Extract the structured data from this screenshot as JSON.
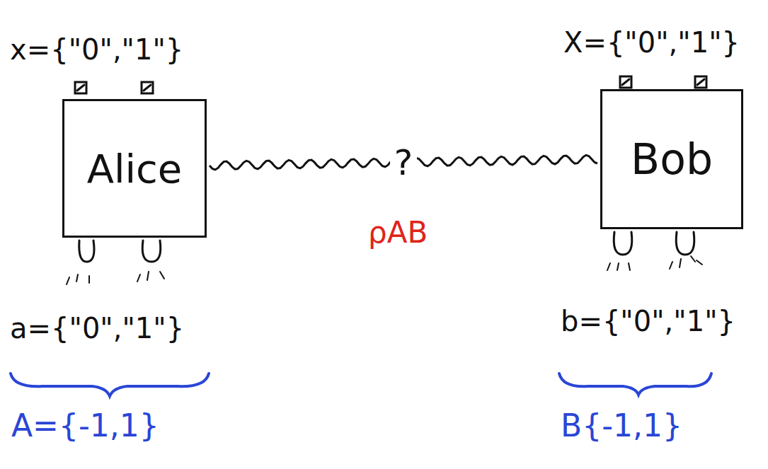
{
  "diagram": {
    "nodes": [
      {
        "text": [
          "Alice"
        ]
      },
      {
        "text": [
          "Bob"
        ]
      }
    ],
    "edges": [
      {
        "from": 0,
        "to": 1,
        "arrow": "none",
        "label": "?"
      }
    ],
    "labels": [
      "x={\"0\",\"1\"}",
      "X={\"0\",\"1\"}",
      "ρAB",
      "a={\"0\",\"1\"}",
      "b={\"0\",\"1\"}",
      "A={-1,1}",
      "B{-1,1}"
    ]
  }
}
